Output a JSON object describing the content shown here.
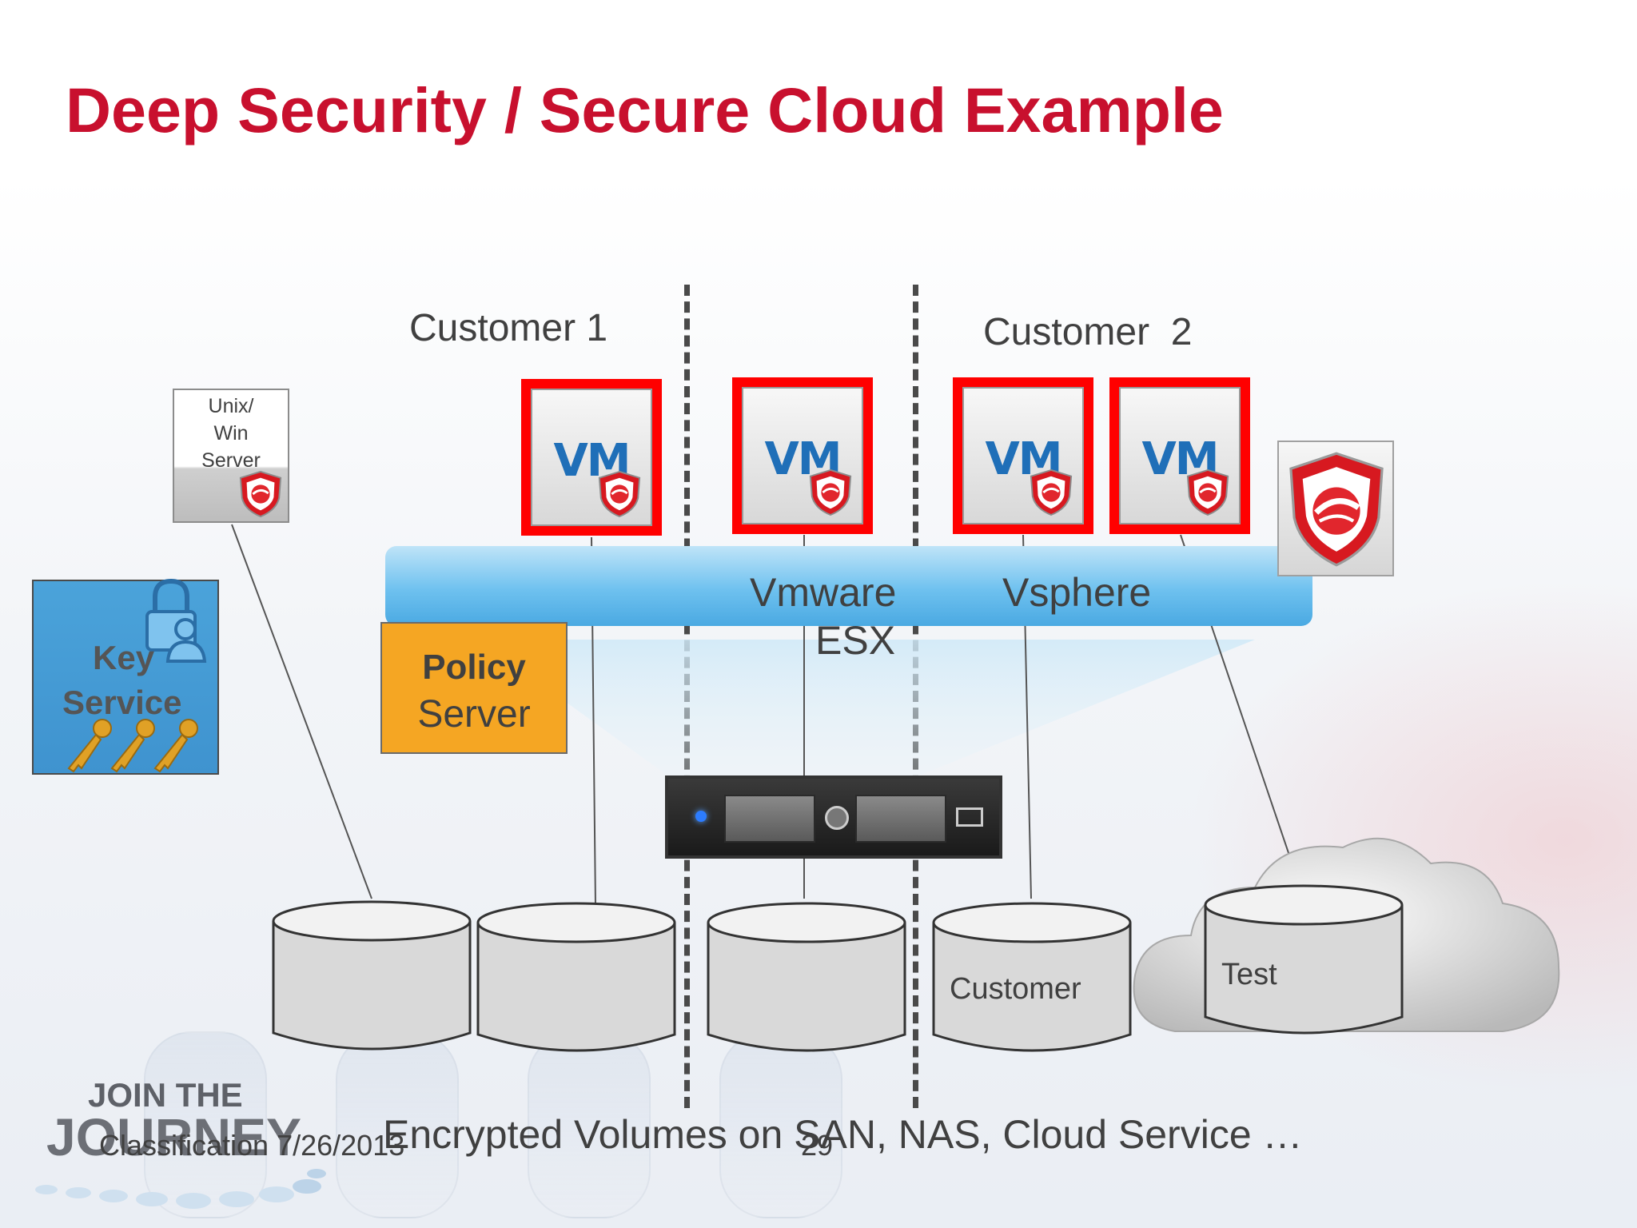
{
  "slide": {
    "title": "Deep Security / Secure Cloud Example"
  },
  "zones": {
    "customer1": "Customer 1",
    "customer2": "Customer  2"
  },
  "vms": [
    {
      "label": "VM"
    },
    {
      "label": "VM"
    },
    {
      "label": "VM"
    },
    {
      "label": "VM"
    }
  ],
  "unix_server": {
    "line1": "Unix/",
    "line2": "Win",
    "line3": "Server"
  },
  "esx": {
    "vmware": "Vmware",
    "esx": "ESX",
    "vsphere": "Vsphere"
  },
  "key_service": {
    "line1": "Key",
    "line2": "Service"
  },
  "policy_server": {
    "line1": "Policy",
    "line2": "Server"
  },
  "volumes": {
    "customer": "Customer",
    "test": "Test",
    "caption": "Encrypted Volumes on SAN, NAS, Cloud Service …"
  },
  "footer": {
    "logo_line1": "JOIN THE",
    "logo_line2": "JOURNEY",
    "classification": "Classification 7/26/2013",
    "page_number": "29"
  },
  "colors": {
    "title": "#c8102e",
    "vm_frame": "#ff0000",
    "esx_band": "#6ec1ef",
    "policy": "#f5a623",
    "key_service": "#4ba3da"
  },
  "icons": [
    "shield-icon",
    "lock-user-icon",
    "keys-icon",
    "server-icon",
    "cloud-icon",
    "database-icon"
  ]
}
